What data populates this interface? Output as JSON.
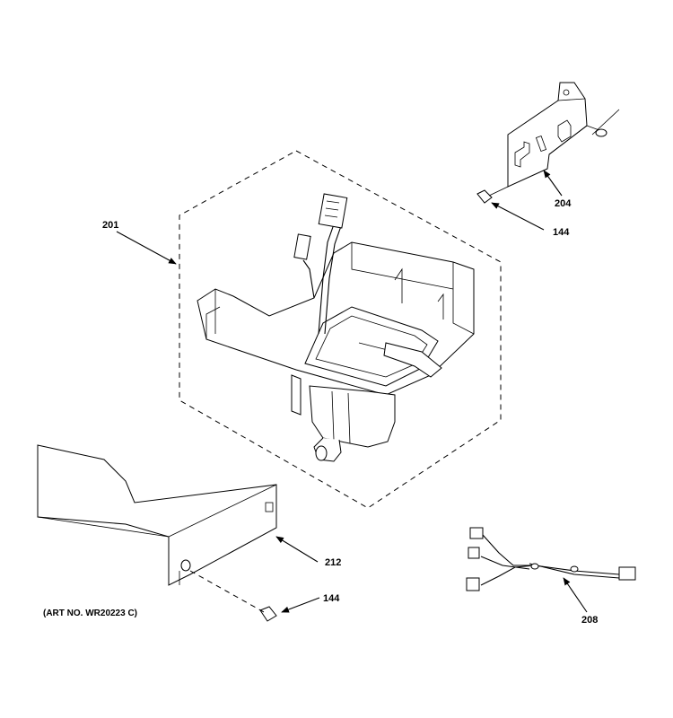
{
  "callouts": {
    "c201": "201",
    "c204": "204",
    "c144_top": "144",
    "c212": "212",
    "c144_bottom": "144",
    "c208": "208"
  },
  "art_number": "(ART NO. WR20223 C)"
}
